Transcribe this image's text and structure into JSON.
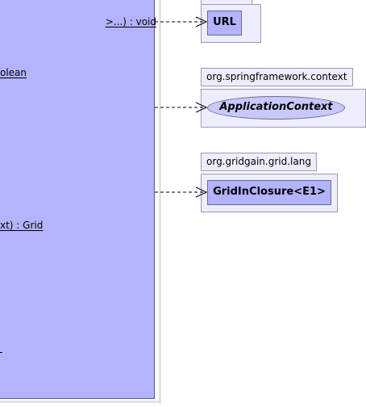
{
  "class": {
    "operations": [
      ">...) : void",
      "olean",
      "xt) : Grid",
      ""
    ]
  },
  "packages": [
    {
      "name": "",
      "element": "URL",
      "element_kind": "class"
    },
    {
      "name": "org.springframework.context",
      "element": "ApplicationContext",
      "element_kind": "interface"
    },
    {
      "name": "org.gridgain.grid.lang",
      "element": "GridInClosure<E1>",
      "element_kind": "class"
    }
  ],
  "colors": {
    "class_fill": "#b3b3fe",
    "package_fill": "#ededfd",
    "border": "#9a9ab0"
  }
}
